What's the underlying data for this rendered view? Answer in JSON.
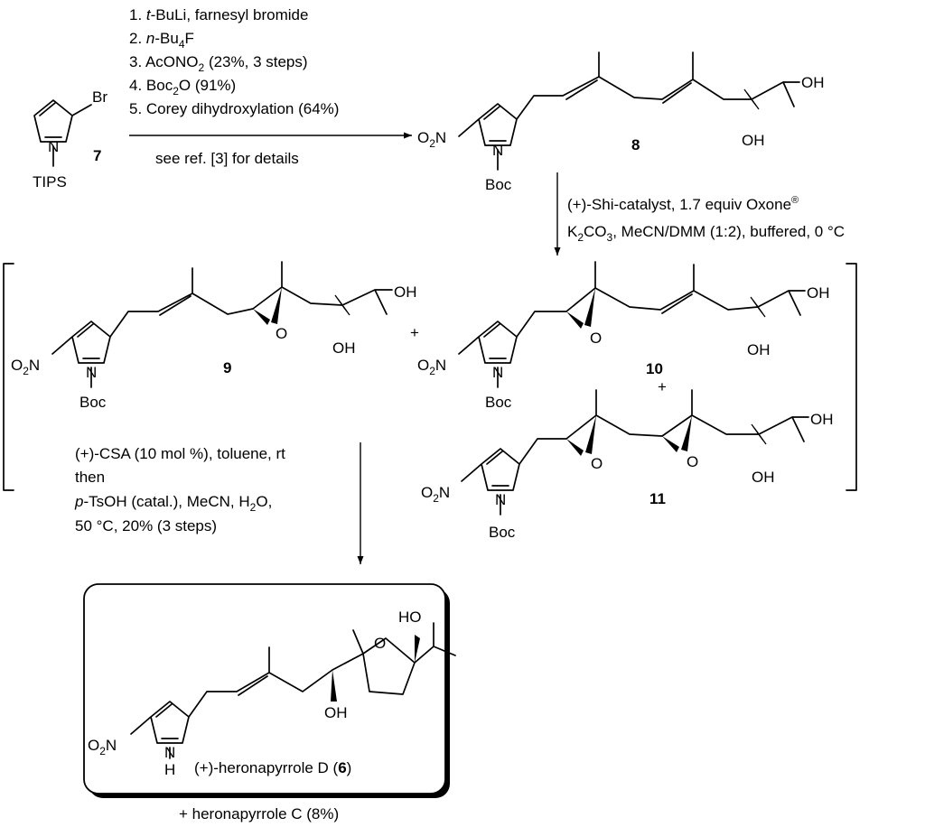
{
  "compounds": {
    "c7": {
      "label": "7",
      "atom_br": "Br",
      "atom_n": "N",
      "protecting_group": "TIPS"
    },
    "c8": {
      "label": "8"
    },
    "c9": {
      "label": "9"
    },
    "c10": {
      "label": "10"
    },
    "c11": {
      "label": "11"
    },
    "c6": {
      "name_prefix": "(+)-heronapyrrole D (",
      "label": "6",
      "name_suffix": ")"
    }
  },
  "atoms": {
    "nitro_o": "O",
    "nitro_sub": "2",
    "nitro_n": "N",
    "ring_n": "N",
    "boc": "Boc",
    "oh": "OH",
    "ho": "HO",
    "epoxide_o": "O",
    "thf_o": "O",
    "nh_h": "H"
  },
  "step1": {
    "line1_num": "1. ",
    "line1_italic": "t",
    "line1_rest": "-BuLi, farnesyl bromide",
    "line2_num": "2. ",
    "line2_italic": "n",
    "line2_mid": "-Bu",
    "line2_sub": "4",
    "line2_end": "F",
    "line3_a": "3. AcONO",
    "line3_sub": "2",
    "line3_b": " (23%, 3 steps)",
    "line4_a": "4. Boc",
    "line4_sub": "2",
    "line4_b": "O (91%)",
    "line5": "5. Corey dihydroxylation (64%)",
    "below": "see ref. [3] for details"
  },
  "step2": {
    "line1_a": "(+)-Shi-catalyst, 1.7 equiv Oxone",
    "line1_sup": "®",
    "line2_a": "K",
    "line2_sub": "2",
    "line2_b": "CO",
    "line2_sub2": "3",
    "line2_c": ", MeCN/DMM (1:2), buffered, 0 °C"
  },
  "step3": {
    "line1": "(+)-CSA (10 mol %), toluene, rt",
    "line2": "then",
    "line3_italic": "p",
    "line3_a": "-TsOH (catal.), MeCN, H",
    "line3_sub": "2",
    "line3_b": "O,",
    "line4": "50 °C, 20% (3 steps)"
  },
  "plus": "+",
  "footer": "+ heronapyrrole C (8%)"
}
